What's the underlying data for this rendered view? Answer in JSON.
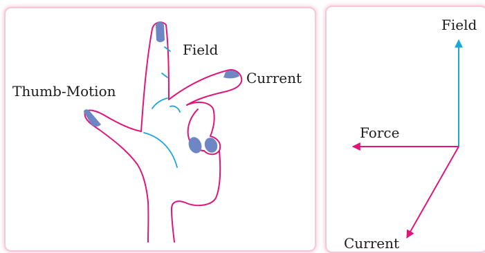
{
  "hand_diagram": {
    "labels": {
      "field": "Field",
      "current": "Current",
      "thumb": "Thumb-Motion"
    }
  },
  "vector_diagram": {
    "labels": {
      "field": "Field",
      "force": "Force",
      "current": "Current"
    }
  },
  "colors": {
    "outline_magenta": "#e0157a",
    "crease_blue": "#1aa6d6",
    "nail_fill": "#6f86c4",
    "field_arrow": "#1aa6d6",
    "force_arrow": "#e0157a",
    "current_arrow": "#e0157a",
    "panel_border": "#f6c7d9"
  }
}
